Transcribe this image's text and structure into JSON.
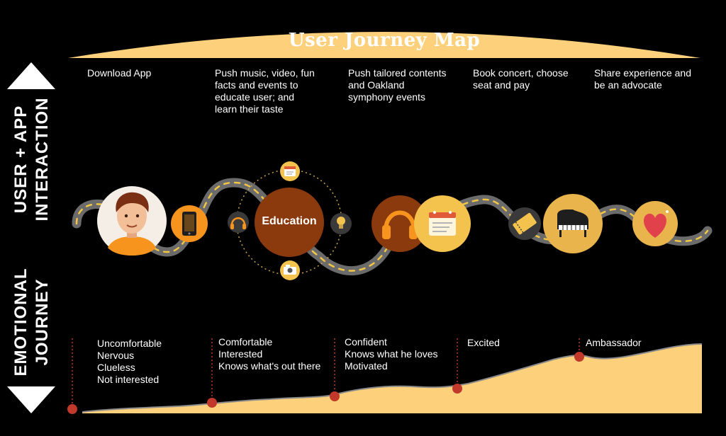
{
  "title": "User Journey Map",
  "side_labels": {
    "top": [
      "USER + APP",
      "INTERACTION"
    ],
    "bottom": [
      "EMOTIONAL",
      "JOURNEY"
    ]
  },
  "steps": [
    {
      "text": [
        "Download App"
      ]
    },
    {
      "text": [
        "Push music, video, fun",
        "facts and events to",
        "educate user; and",
        "learn their taste"
      ]
    },
    {
      "text": [
        "Push tailored contents",
        "and Oakland",
        "symphony events"
      ]
    },
    {
      "text": [
        "Book concert, choose",
        "seat and pay"
      ]
    },
    {
      "text": [
        "Share experience and",
        "be an advocate"
      ]
    }
  ],
  "hub_label": "Education",
  "emotions": [
    {
      "lines": [
        "Uncomfortable",
        "Nervous",
        "Clueless",
        "Not interested"
      ]
    },
    {
      "lines": [
        "Comfortable",
        "Interested",
        "Knows what's out there"
      ]
    },
    {
      "lines": [
        "Confident",
        "Knows what he loves",
        "Motivated"
      ]
    },
    {
      "lines": [
        "Excited"
      ]
    },
    {
      "lines": [
        "Ambassador"
      ]
    }
  ],
  "icons": [
    "user-avatar",
    "smartphone-icon",
    "headphones-icon",
    "calendar-icon",
    "lightbulb-icon",
    "camera-icon",
    "ticket-icon",
    "piano-icon",
    "heart-icon"
  ],
  "colors": {
    "banner": "#FDD07B",
    "accent_orange": "#F7941D",
    "dark_brown": "#8B3A0E",
    "gold": "#E9B44C",
    "road": "#6B6B6B",
    "road_dash": "#F2C744",
    "marker": "#C0392B"
  }
}
